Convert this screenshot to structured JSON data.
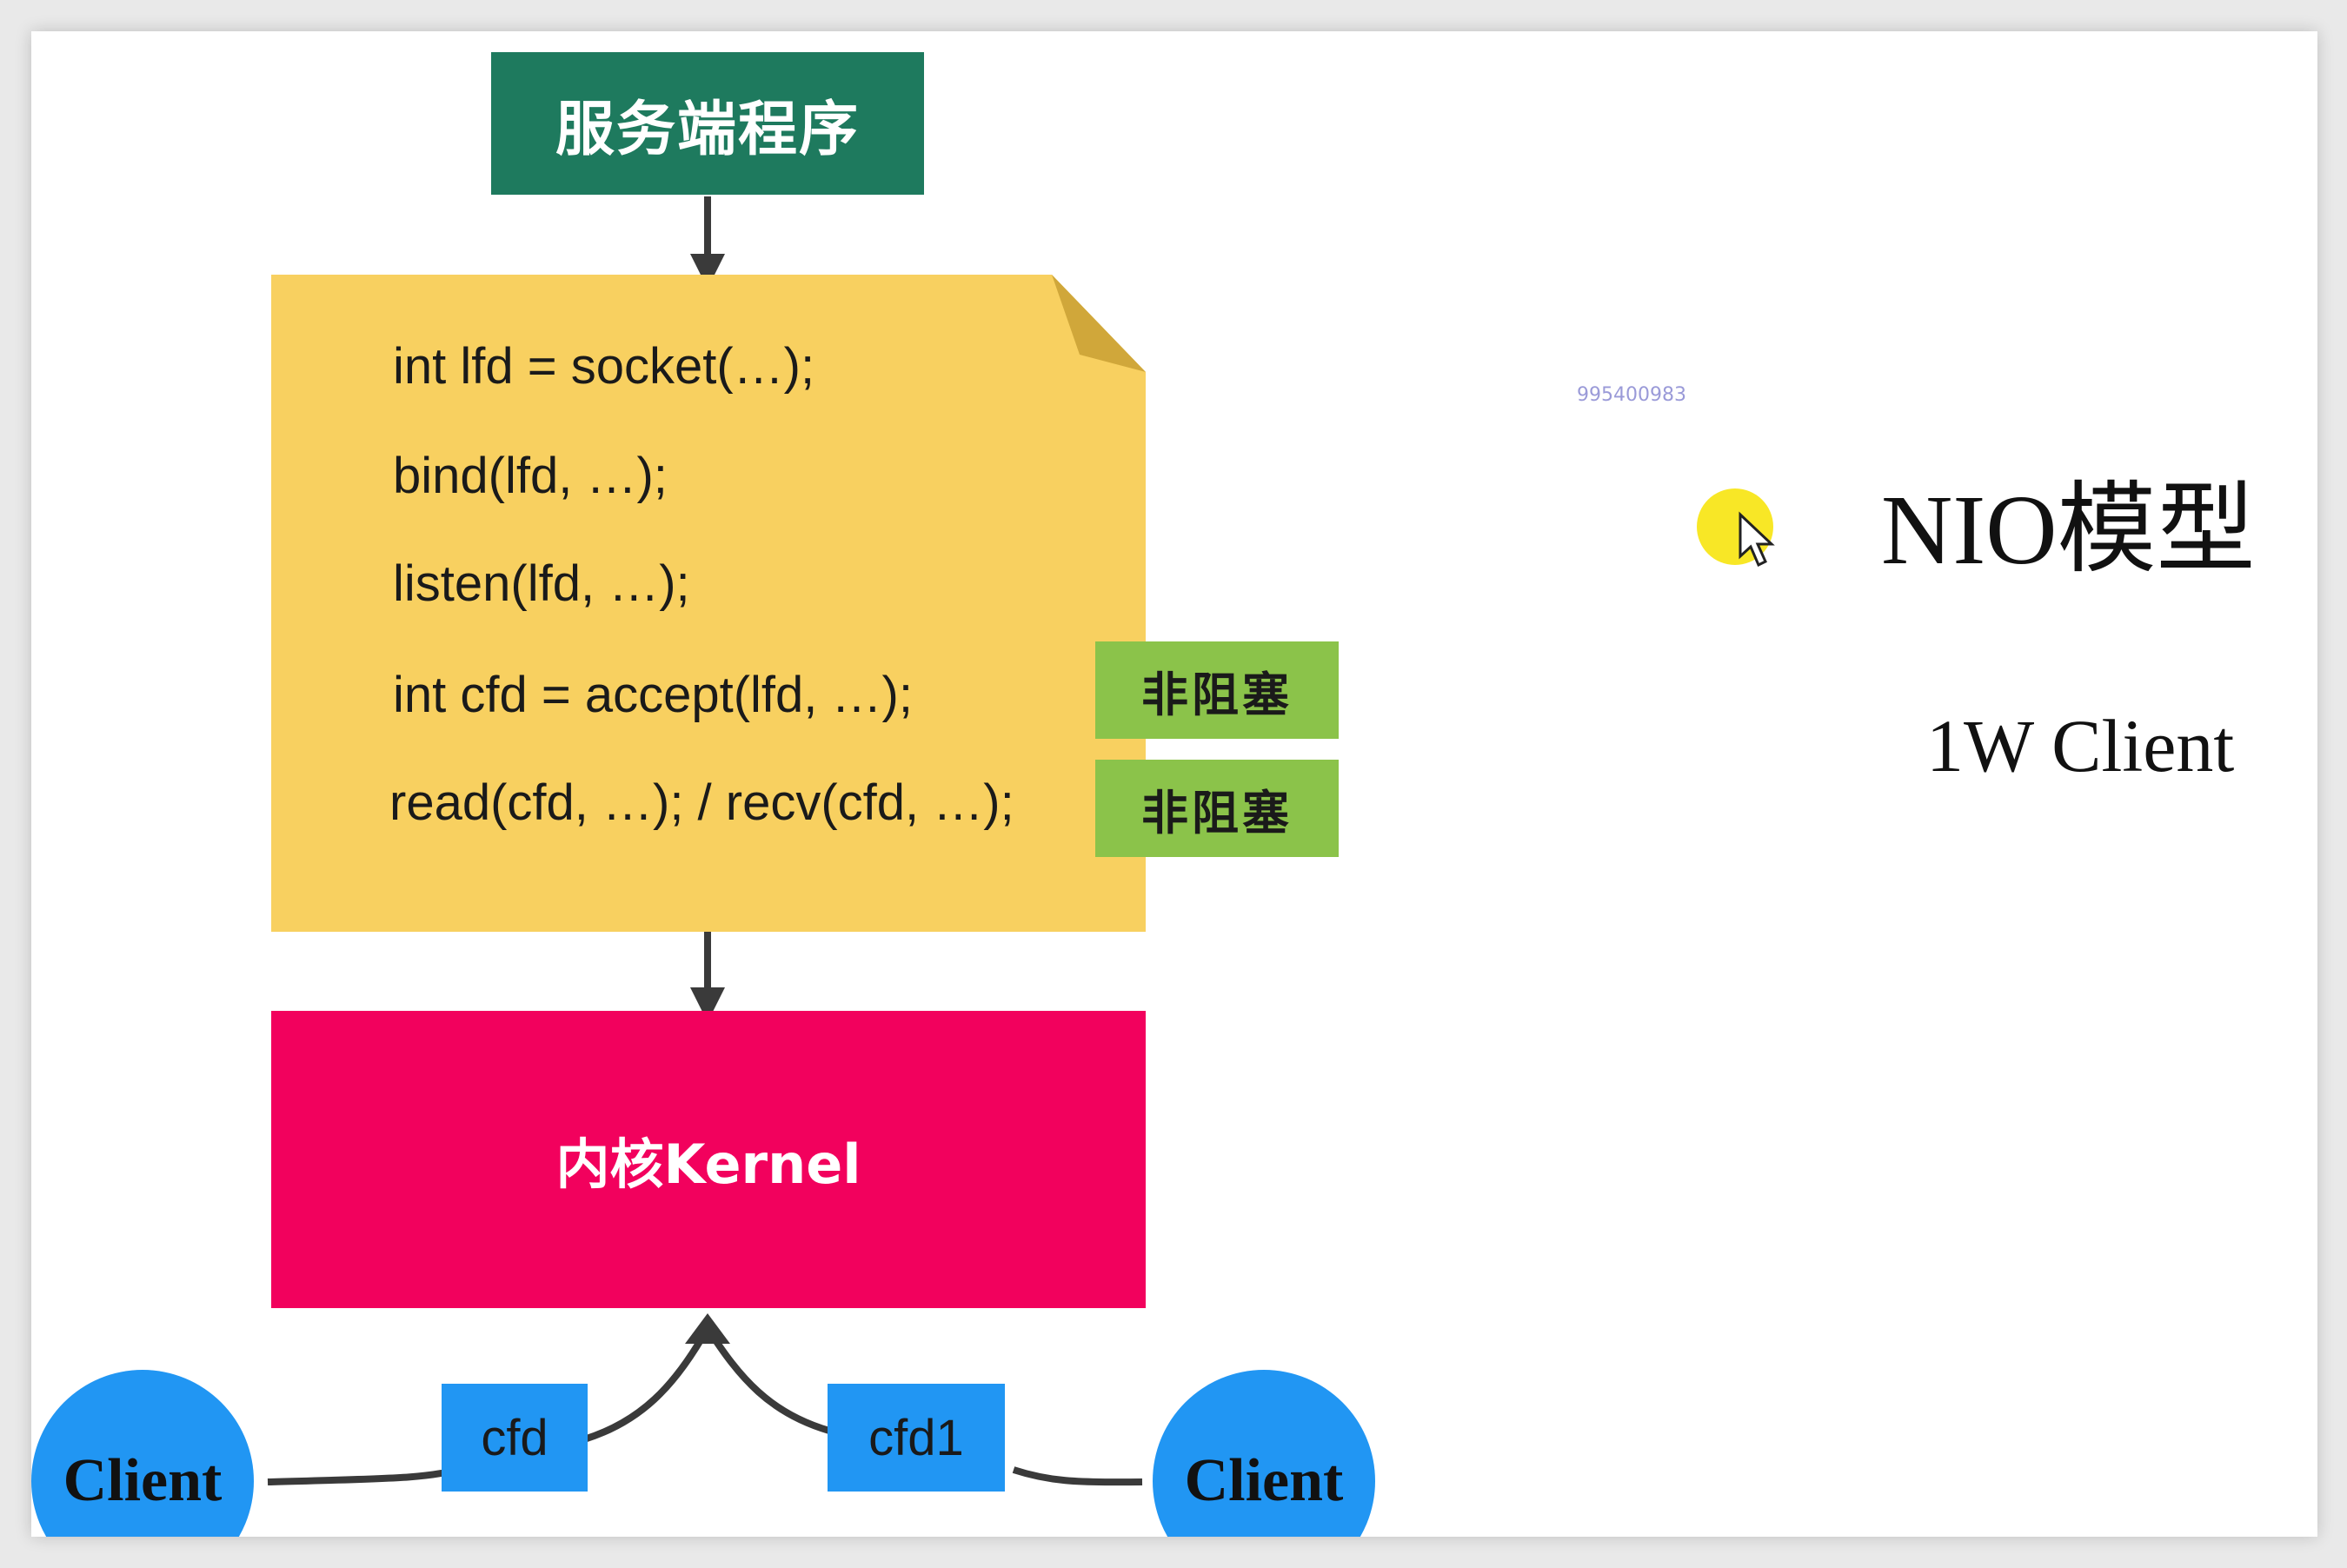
{
  "server_program": {
    "label": "服务端程序",
    "color": "#1e7a5e"
  },
  "code_block": {
    "color": "#f8d060",
    "lines": [
      "int lfd = socket(…);",
      "bind(lfd, …);",
      "listen(lfd, …);",
      "int cfd = accept(lfd, …);",
      "read(cfd, …); / recv(cfd, …);"
    ]
  },
  "tags": {
    "accept_mode": "非阻塞",
    "read_mode": "非阻塞",
    "color": "#8bc34a"
  },
  "kernel": {
    "label": "内核Kernel",
    "color": "#f2015d"
  },
  "connections": {
    "left_fd": "cfd",
    "right_fd": "cfd1",
    "box_color": "#2196f3"
  },
  "clients": {
    "left": "Client",
    "right": "Client",
    "color": "#2196f3"
  },
  "title": "NIO模型",
  "subtitle": "1W Client",
  "watermark": "995400983",
  "cursor": {
    "highlight_color": "#f7e300"
  }
}
